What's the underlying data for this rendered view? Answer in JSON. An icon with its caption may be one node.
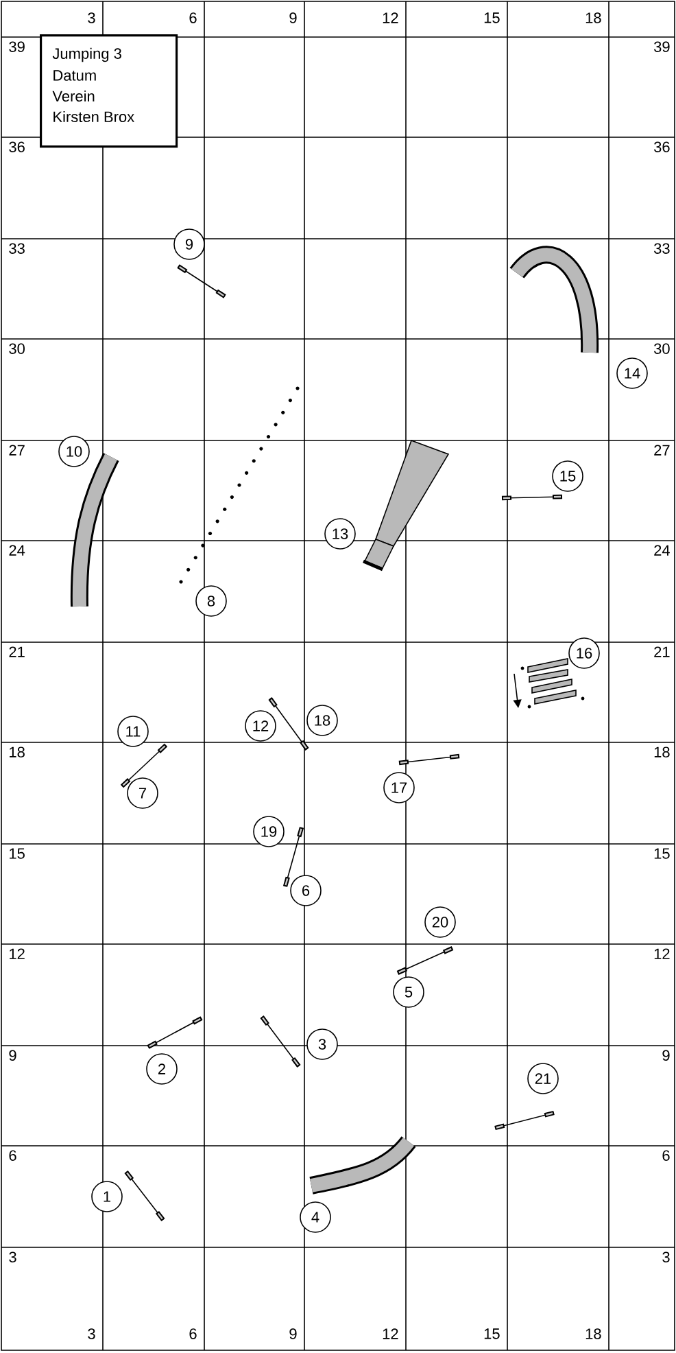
{
  "diagram": {
    "nodes": [
      {
        "text": [
          "Jumping 3",
          "Datum",
          "Verein",
          "Kirsten Brox"
        ]
      },
      {
        "text": [
          "1"
        ]
      },
      {
        "text": [
          "2"
        ]
      },
      {
        "text": [
          "3"
        ]
      },
      {
        "text": [
          "4"
        ]
      },
      {
        "text": [
          "5"
        ]
      },
      {
        "text": [
          "6"
        ]
      },
      {
        "text": [
          "7"
        ]
      },
      {
        "text": [
          "8"
        ]
      },
      {
        "text": [
          "9"
        ]
      },
      {
        "text": [
          "10"
        ]
      },
      {
        "text": [
          "11"
        ]
      },
      {
        "text": [
          "12"
        ]
      },
      {
        "text": [
          "13"
        ]
      },
      {
        "text": [
          "14"
        ]
      },
      {
        "text": [
          "15"
        ]
      },
      {
        "text": [
          "16"
        ]
      },
      {
        "text": [
          "17"
        ]
      },
      {
        "text": [
          "18"
        ]
      },
      {
        "text": [
          "19"
        ]
      },
      {
        "text": [
          "20"
        ]
      },
      {
        "text": [
          "21"
        ]
      }
    ],
    "labels": [
      "3",
      "6",
      "9",
      "12",
      "15",
      "18",
      "39",
      "39",
      "36",
      "36",
      "33",
      "33",
      "30",
      "30",
      "27",
      "27",
      "24",
      "24",
      "21",
      "21",
      "18",
      "18",
      "15",
      "15",
      "12",
      "12",
      "9",
      "9",
      "6",
      "6",
      "3",
      "3",
      "3",
      "6",
      "9",
      "12",
      "15",
      "18"
    ]
  }
}
